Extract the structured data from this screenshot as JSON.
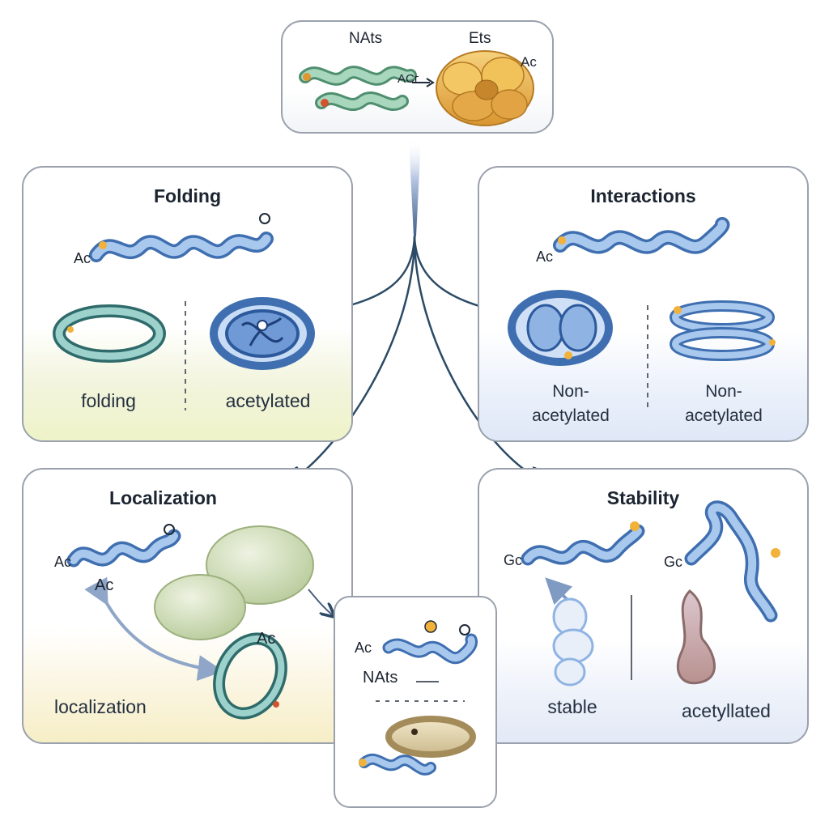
{
  "top": {
    "nats_label": "NAts",
    "ets_label": "Ets",
    "ac_arrow_label": "ACᴦ",
    "ac_right_label": "Ac"
  },
  "folding": {
    "title": "Folding",
    "ac_label": "Ac",
    "label_left": "folding",
    "label_right": "acetylated"
  },
  "interactions": {
    "title": "Interactions",
    "ac_label": "Ac",
    "label_left": "Non-\nacetylated",
    "label_right": "Non-\nacetylated"
  },
  "localization": {
    "title": "Localization",
    "ac_label_top": "Ac",
    "ac_label_mid": "Ac",
    "ac_label_ring": "Ac",
    "label_bottom": "localization"
  },
  "middle": {
    "ac_label": "Ac",
    "nats_label": "NAts"
  },
  "stability": {
    "title": "Stability",
    "gc_left": "Gc",
    "gc_right": "Gc",
    "label_left": "stable",
    "label_right": "acetyllated"
  },
  "colors": {
    "chain_blue": "#8fb4e3",
    "chain_outline": "#3f6fb0",
    "chain_green": "#8cc4a3",
    "blob_gold": "#e9b04c",
    "blob_green": "#cfdcb5",
    "arrow": "#2b4a66",
    "accent_yellow": "#f2b23a"
  },
  "icons": [
    "protein-chain-icon",
    "folded-protein-icon",
    "enzyme-complex-icon",
    "vesicle-icon",
    "arrow-icon"
  ]
}
